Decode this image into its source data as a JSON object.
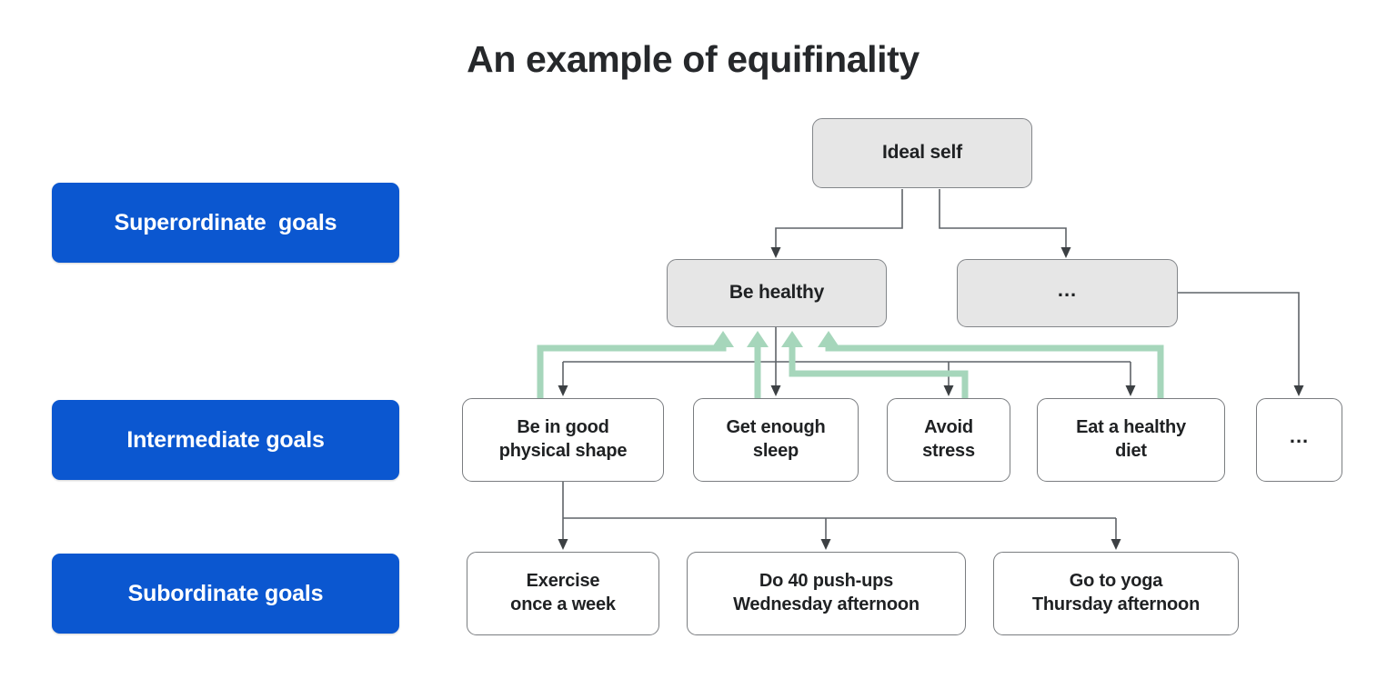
{
  "title": "An example of equifinality",
  "palette": {
    "accent_blue": "#0b57d0",
    "node_gray_fill": "#e6e6e6",
    "node_border": "#7a7d80",
    "arrow_gray": "#5f6368",
    "arrow_green": "#a6d6bb",
    "text": "#1f2123",
    "background": "#ffffff"
  },
  "row_labels": [
    {
      "id": "superordinate",
      "label": "Superordinate  goals"
    },
    {
      "id": "intermediate",
      "label": "Intermediate goals"
    },
    {
      "id": "subordinate",
      "label": "Subordinate goals"
    }
  ],
  "nodes": {
    "top": {
      "label": "Ideal self"
    },
    "superordinate_row": [
      {
        "id": "be-healthy",
        "label": "Be healthy"
      },
      {
        "id": "superordinate-more",
        "label": "..."
      }
    ],
    "intermediate_row": [
      {
        "id": "good-physical-shape",
        "line1": "Be in good",
        "line2": "physical shape"
      },
      {
        "id": "enough-sleep",
        "line1": "Get enough",
        "line2": "sleep"
      },
      {
        "id": "avoid-stress",
        "line1": "Avoid",
        "line2": "stress"
      },
      {
        "id": "healthy-diet",
        "line1": "Eat a healthy",
        "line2": "diet"
      },
      {
        "id": "intermediate-more",
        "label": "..."
      }
    ],
    "subordinate_row": [
      {
        "id": "exercise-weekly",
        "line1": "Exercise",
        "line2": "once a week"
      },
      {
        "id": "pushups-wednesday",
        "line1": "Do 40 push-ups",
        "line2": "Wednesday afternoon"
      },
      {
        "id": "yoga-thursday",
        "line1": "Go to yoga",
        "line2": "Thursday afternoon"
      }
    ]
  },
  "edges": {
    "gray_description": "Ideal self branches down to Be healthy and the superordinate ellipsis; Be healthy branches down to the four intermediate goals; the superordinate ellipsis branches to the intermediate ellipsis; Be in good physical shape branches down to the three subordinate goals.",
    "green_description": "Four green upward arrows feed from Be in good physical shape, Get enough sleep, Avoid stress and Eat a healthy diet back up into Be healthy, illustrating equifinality."
  }
}
